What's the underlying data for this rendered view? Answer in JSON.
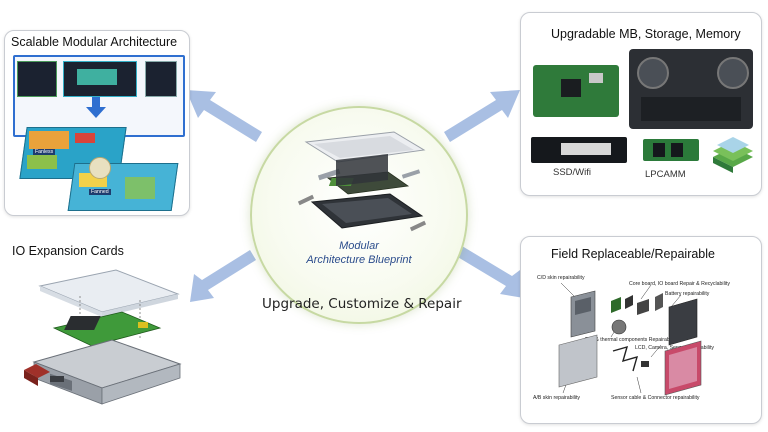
{
  "center": {
    "label_line1": "Modular",
    "label_line2": "Architecture Blueprint",
    "tagline": "Upgrade, Customize & Repair"
  },
  "panels": {
    "scalable": {
      "title": "Scalable Modular Architecture",
      "badge_left": "Fanless",
      "badge_right": "Fanned"
    },
    "upgradable": {
      "title": "Upgradable MB, Storage, Memory",
      "caption_ssd": "SSD/Wifi",
      "caption_lpcamm": "LPCAMM"
    },
    "io": {
      "title": "IO Expansion Cards"
    },
    "field": {
      "title": "Field Replaceable/Repairable",
      "labels": {
        "cd_skin": "C/D skin   repairability",
        "core_board": "Core board, IO board Repair & Recyclability",
        "battery": "Battery  repairability",
        "fan": "Fan & thermal components  Repairability",
        "lcd": "LCD, Camera, Sensor  repairability",
        "ab_skin": "A/B skin   repairability",
        "sensor_cable": "Sensor cable & Connector repairability"
      }
    }
  },
  "colors": {
    "arrow": "#a9bfe3",
    "accent_blue": "#2b4c8c",
    "circle_border": "#c7d9a3",
    "panel_border": "#c9ccd2"
  }
}
